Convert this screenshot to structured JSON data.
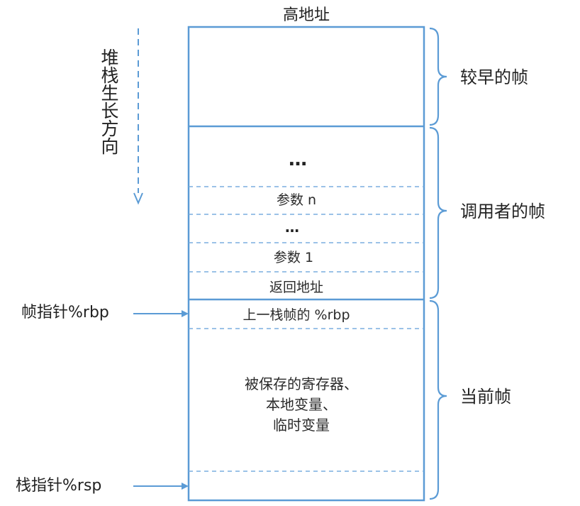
{
  "top_label": "高地址",
  "growth_direction_label": "堆栈生长方向",
  "stack_cells": {
    "caller_ellipsis": "…",
    "param_n": "参数 n",
    "param_ellipsis": "…",
    "param_1": "参数 1",
    "return_address": "返回地址",
    "prev_frame_rbp": "上一栈帧的 %rbp",
    "saved_registers_lines": [
      "被保存的寄存器、",
      "本地变量、",
      "临时变量"
    ]
  },
  "frame_labels": {
    "earlier": "较早的帧",
    "caller": "调用者的帧",
    "current": "当前帧"
  },
  "pointers": {
    "frame_pointer": "帧指针%rbp",
    "stack_pointer": "栈指针%rsp"
  },
  "colors": {
    "line": "#5b9bd5",
    "dashed": "#7aaedf",
    "text": "#222222"
  }
}
